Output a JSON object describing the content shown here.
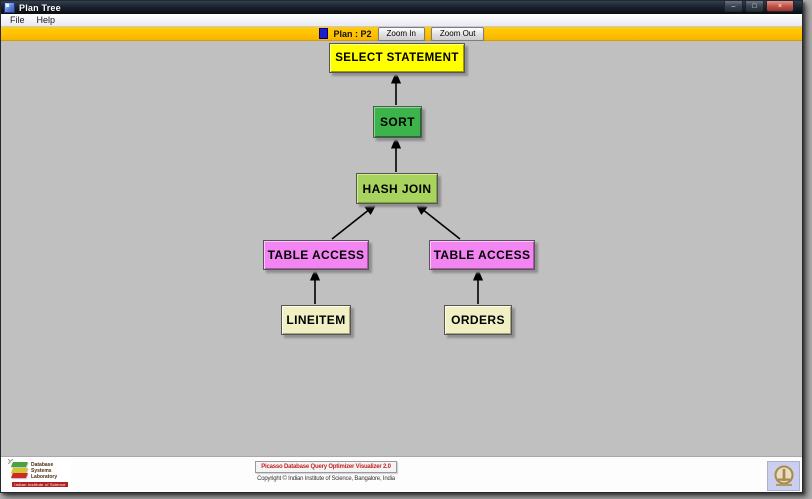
{
  "window": {
    "title": "Plan Tree",
    "controls": {
      "minimize": "–",
      "maximize": "□",
      "close": "×"
    }
  },
  "menu": {
    "file": "File",
    "help": "Help"
  },
  "toolbar": {
    "plan_label": "Plan : P2",
    "zoom_in": "Zoom In",
    "zoom_out": "Zoom Out"
  },
  "tree": {
    "nodes": [
      {
        "id": "select-statement",
        "label": "SELECT STATEMENT",
        "color": "#ffff00"
      },
      {
        "id": "sort",
        "label": "SORT",
        "color": "#3cb44b"
      },
      {
        "id": "hash-join",
        "label": "HASH JOIN",
        "color": "#a8d35e"
      },
      {
        "id": "table-access-left",
        "label": "TABLE ACCESS",
        "color": "#f285f2"
      },
      {
        "id": "table-access-right",
        "label": "TABLE ACCESS",
        "color": "#f285f2"
      },
      {
        "id": "lineitem",
        "label": "LINEITEM",
        "color": "#f0f0c4"
      },
      {
        "id": "orders",
        "label": "ORDERS",
        "color": "#f0f0c4"
      }
    ],
    "edges": [
      {
        "from": "sort",
        "to": "select-statement"
      },
      {
        "from": "hash-join",
        "to": "sort"
      },
      {
        "from": "table-access-left",
        "to": "hash-join"
      },
      {
        "from": "table-access-right",
        "to": "hash-join"
      },
      {
        "from": "lineitem",
        "to": "table-access-left"
      },
      {
        "from": "orders",
        "to": "table-access-right"
      }
    ]
  },
  "footer": {
    "dsl_logo": {
      "line1": "Database",
      "line2": "Systems",
      "line3": "Laboratory",
      "band": "Indian Institute of Science"
    },
    "banner": "Picasso Database Query Optimizer Visualizer 2.0",
    "copyright": "Copyright © Indian Institute of Science, Bangalore, India"
  },
  "colors": {
    "toolbar_gold": "#ffc104",
    "canvas_gray": "#c0c0c0",
    "banner_text": "#c22222",
    "node_select_statement": "#ffff00",
    "node_sort": "#3cb44b",
    "node_hash_join": "#a8d35e",
    "node_table_access": "#f285f2",
    "node_relation": "#f0f0c4",
    "titlebar": "#1a232e"
  }
}
